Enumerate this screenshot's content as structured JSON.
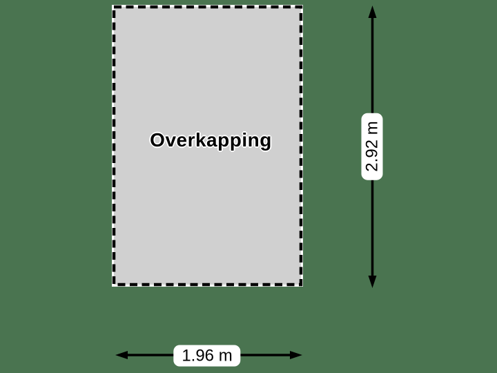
{
  "diagram": {
    "room": {
      "label": "Overkapping"
    },
    "dimensions": {
      "height_label": "2.92 m",
      "width_label": "1.96 m"
    },
    "colors": {
      "background": "#4a7450",
      "room_fill": "#d0d0d0",
      "outline": "#000000",
      "arrow": "#000000",
      "label_background": "#ffffff",
      "text": "#000000",
      "room_halo": "#ffffff"
    }
  }
}
